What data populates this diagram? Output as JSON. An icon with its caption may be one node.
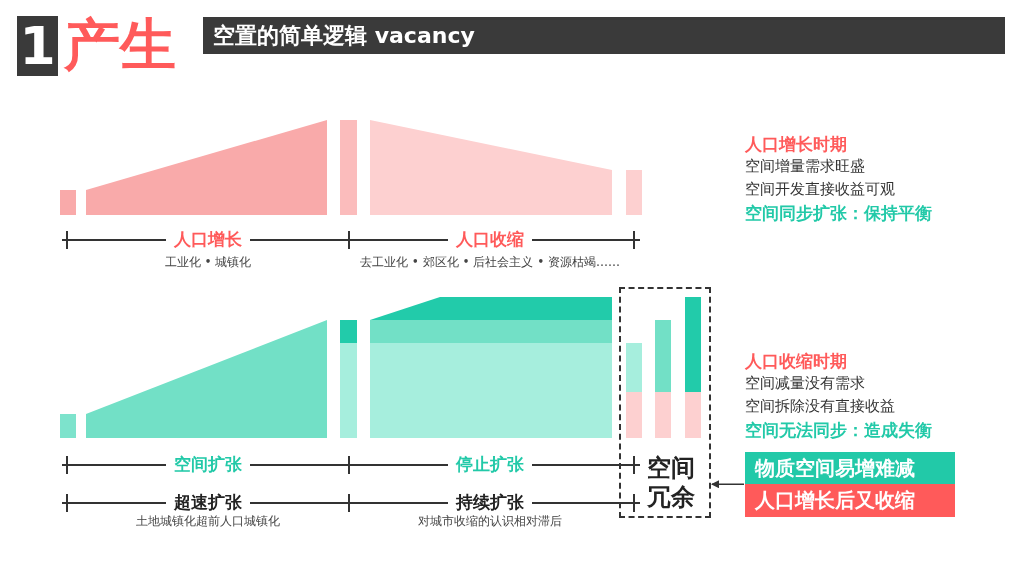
{
  "diagram": {
    "title": "产生",
    "nodes": [
      {
        "text": [
          "空间冗余"
        ]
      },
      {
        "text": [
          "物质空间易增难减"
        ]
      },
      {
        "text": [
          "人口增长后又收缩"
        ]
      }
    ],
    "edges": [
      {
        "from": 1,
        "to": 0,
        "arrow": "to"
      },
      {
        "from": 2,
        "to": 0,
        "arrow": "to"
      }
    ],
    "labels": [
      "1",
      "空置的简单逻辑 vacancy",
      "人口增长时期",
      "空间增量需求旺盛",
      "空间开发直接收益可观",
      "空间同步扩张：保持平衡",
      "人口增长",
      "人口收缩",
      "工业化 • 城镇化",
      "去工业化 • 郊区化 • 后社会主义 • 资源枯竭……",
      "人口收缩时期",
      "空间减量没有需求",
      "空间拆除没有直接收益",
      "空间无法同步：造成失衡",
      "空间扩张",
      "停止扩张",
      "超速扩张",
      "持续扩张",
      "土地城镇化超前人口城镇化",
      "对城市收缩的认识相对滞后"
    ]
  }
}
